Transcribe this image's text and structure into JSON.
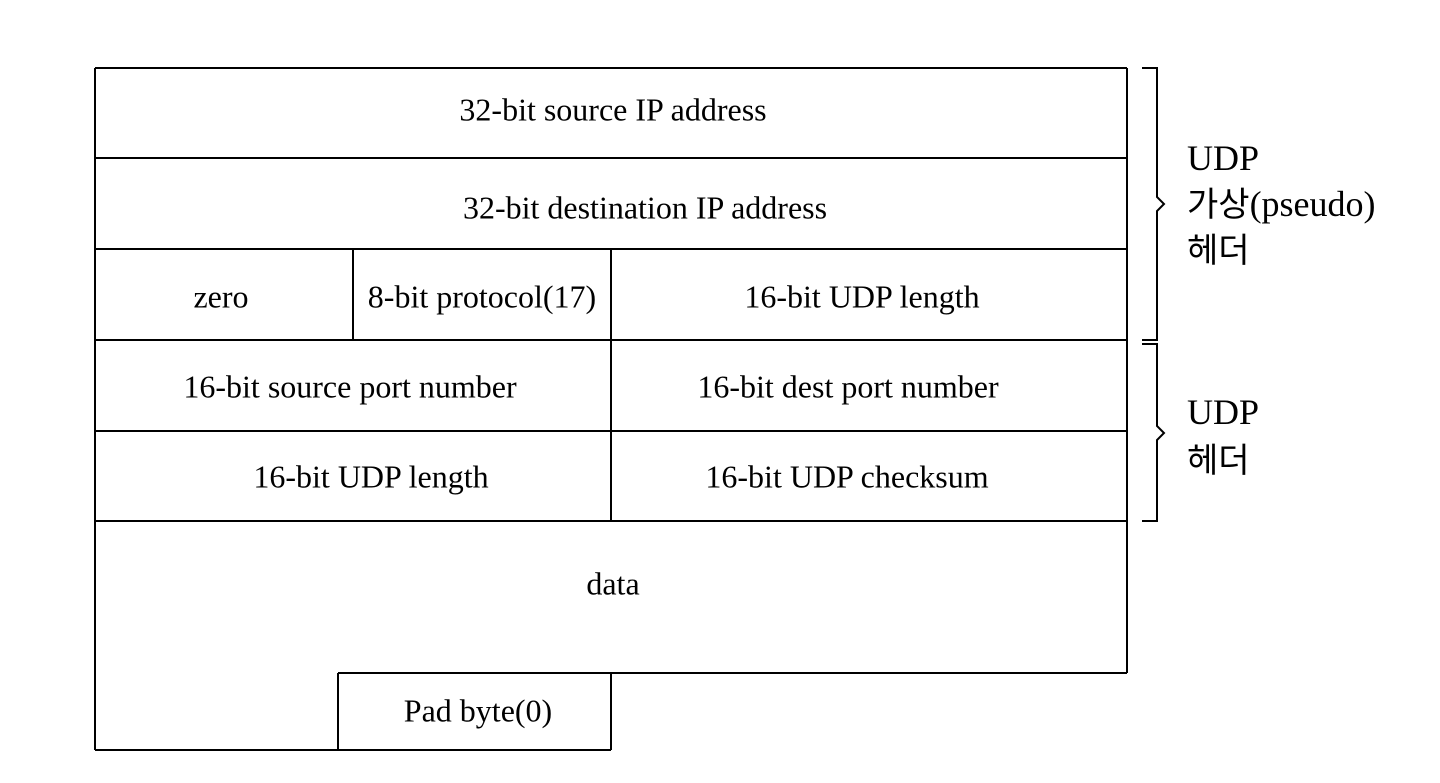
{
  "pseudo_header": {
    "source_ip": "32-bit source IP address",
    "dest_ip": "32-bit destination IP address",
    "zero": "zero",
    "protocol": "8-bit protocol(17)",
    "udp_length": "16-bit UDP length",
    "label": {
      "line1": "UDP",
      "line2_ko": "가상",
      "line2_en": "(pseudo)",
      "line3": "헤더"
    }
  },
  "udp_header": {
    "source_port": "16-bit source port number",
    "dest_port": "16-bit dest port number",
    "udp_length": "16-bit UDP length",
    "checksum": "16-bit UDP checksum",
    "label": {
      "line1": "UDP",
      "line2": "헤더"
    }
  },
  "payload": {
    "data": "data",
    "pad": "Pad byte(0)"
  }
}
